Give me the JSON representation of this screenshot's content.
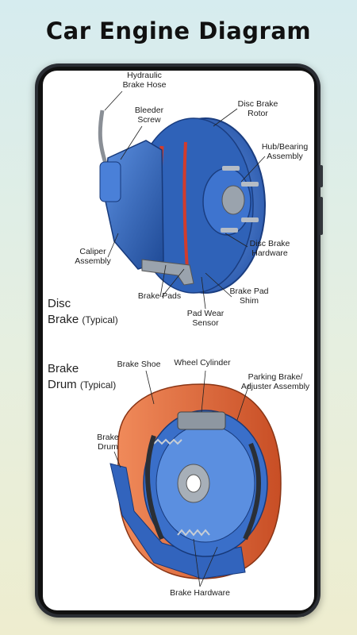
{
  "header": {
    "title": "Car Engine Diagram"
  },
  "disc_brake": {
    "caption_main": "Disc",
    "caption_line2": "Brake",
    "caption_suffix": "(Typical)",
    "labels": {
      "hydraulic_hose": "Hydraulic\nBrake Hose",
      "bleeder_screw": "Bleeder\nScrew",
      "disc_rotor": "Disc Brake\nRotor",
      "hub_bearing": "Hub/Bearing\nAssembly",
      "disc_hardware": "Disc Brake\nHardware",
      "caliper": "Caliper\nAssembly",
      "brake_pads": "Brake Pads",
      "pad_wear_sensor": "Pad Wear\nSensor",
      "pad_shim": "Brake Pad\nShim"
    }
  },
  "drum_brake": {
    "caption_main": "Brake",
    "caption_line2": "Drum",
    "caption_suffix": "(Typical)",
    "labels": {
      "brake_shoe": "Brake Shoe",
      "wheel_cylinder": "Wheel Cylinder",
      "parking_brake": "Parking Brake/\nAdjuster Assembly",
      "brake_drum": "Brake\nDrum",
      "brake_hardware": "Brake Hardware"
    }
  },
  "colors": {
    "part_blue": "#3a6fc9",
    "part_blue_dark": "#1f4a96",
    "drum_orange": "#e0663a",
    "background_top": "#d6ecef",
    "background_bottom": "#eeedcf"
  }
}
